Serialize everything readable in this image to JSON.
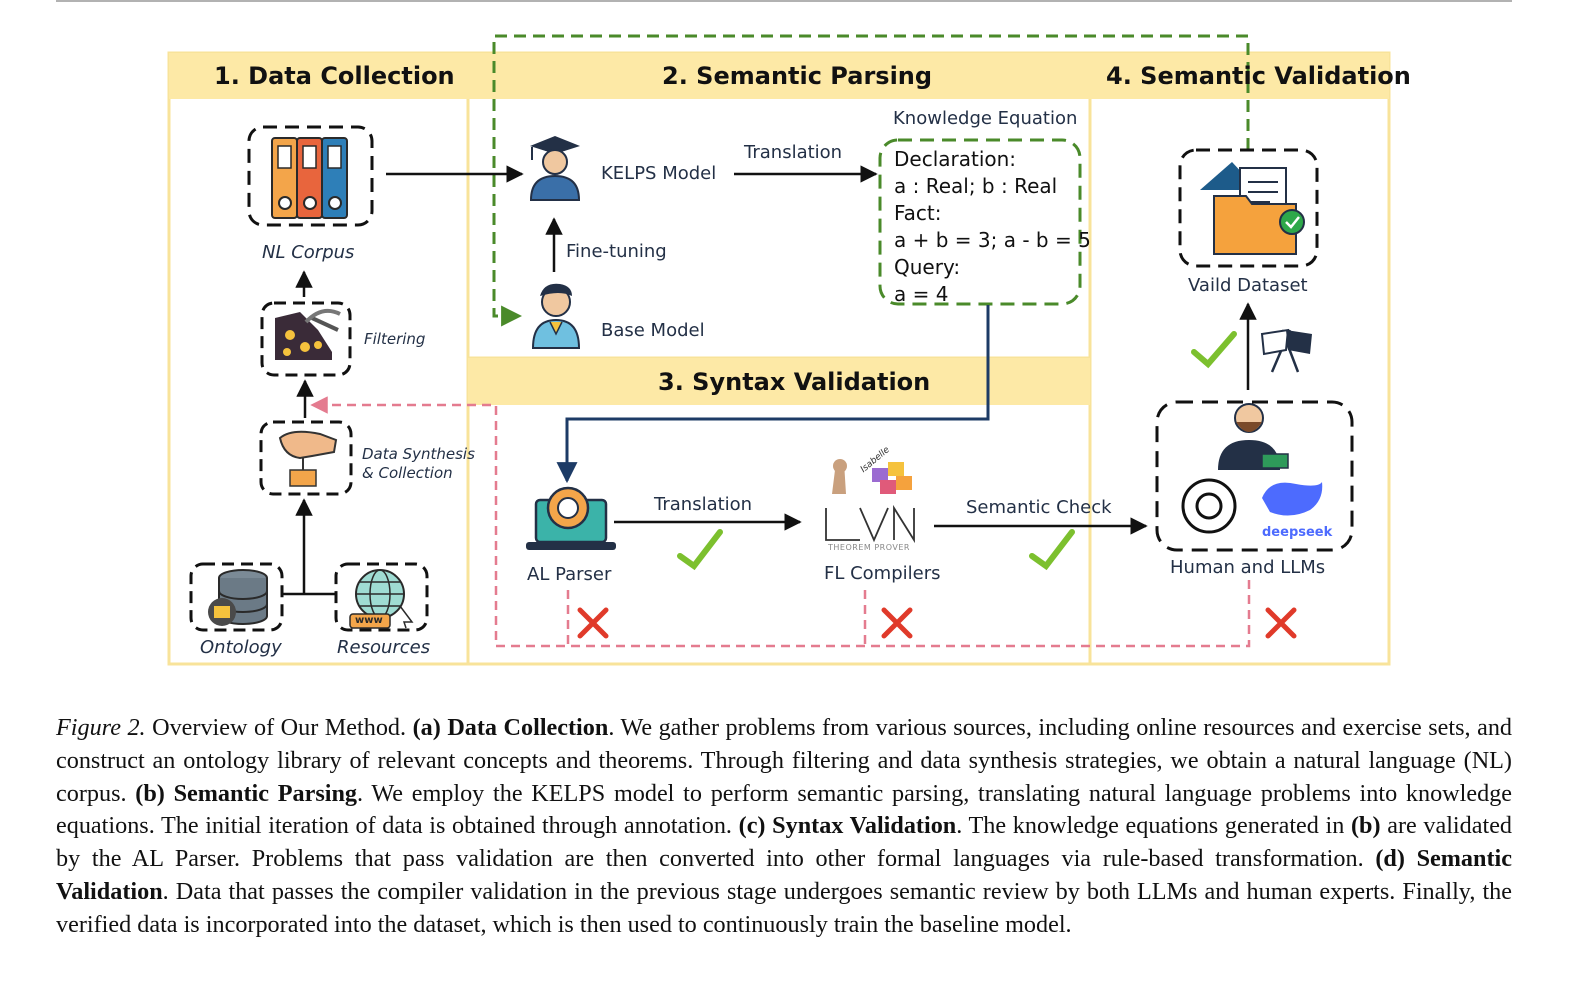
{
  "sections": {
    "data_collection": "1. Data Collection",
    "semantic_parsing": "2. Semantic Parsing",
    "syntax_validation": "3. Syntax Validation",
    "semantic_validation": "4. Semantic Validation"
  },
  "nodes": {
    "nl_corpus": "NL Corpus",
    "filtering": "Filtering",
    "data_synthesis_1": "Data Synthesis",
    "data_synthesis_2": "& Collection",
    "ontology": "Ontology",
    "resources": "Resources",
    "kelps_model": "KELPS Model",
    "base_model": "Base Model",
    "al_parser": "AL Parser",
    "fl_compilers": "FL Compilers",
    "human_llms": "Human and LLMs",
    "valid_dataset": "Vaild Dataset"
  },
  "edges": {
    "translation_top": "Translation",
    "fine_tuning": "Fine-tuning",
    "translation_bottom": "Translation",
    "semantic_check": "Semantic Check"
  },
  "knowledge_equation": {
    "title": "Knowledge Equation",
    "lines": [
      "Declaration:",
      "a : Real; b : Real",
      "Fact:",
      "a + b = 3; a - b = 5",
      "Query:",
      "a = 4"
    ]
  },
  "logos": {
    "isabelle": "Isabelle",
    "lean": "LEAN",
    "lean_sub": "THEOREM PROVER",
    "deepseek": "deepseek",
    "www": "www"
  },
  "caption": {
    "fig": "Figure 2.",
    "intro": "Overview of Our Method.",
    "a_tag": "(a)",
    "a_name": "Data Collection",
    "a_text": ". We gather problems from various sources, including online resources and exercise sets, and construct an ontology library of relevant concepts and theorems. Through filtering and data synthesis strategies, we obtain a natural language (NL) corpus.",
    "b_tag": "(b)",
    "b_name": "Semantic Parsing",
    "b_text": ". We employ the KELPS model to perform semantic parsing, translating natural language problems into knowledge equations. The initial iteration of data is obtained through annotation.",
    "c_tag": "(c)",
    "c_name": "Syntax Validation",
    "c_text1": ". The knowledge equations generated in",
    "c_ref": "(b)",
    "c_text2": "are validated by the AL Parser. Problems that pass validation are then converted into other formal languages via rule-based transformation.",
    "d_tag": "(d)",
    "d_name": "Semantic Validation",
    "d_text": ". Data that passes the compiler validation in the previous stage undergoes semantic review by both LLMs and human experts. Finally, the verified data is incorporated into the dataset, which is then used to continuously train the baseline model."
  },
  "colors": {
    "panel_border": "#f8e39a",
    "header_fill": "#fde9a6",
    "green_dash": "#4a8a2a",
    "pink_dash": "#e47b8f",
    "navy": "#1d3b66",
    "check_green": "#7cc02e",
    "cross_red": "#e03a2a"
  }
}
